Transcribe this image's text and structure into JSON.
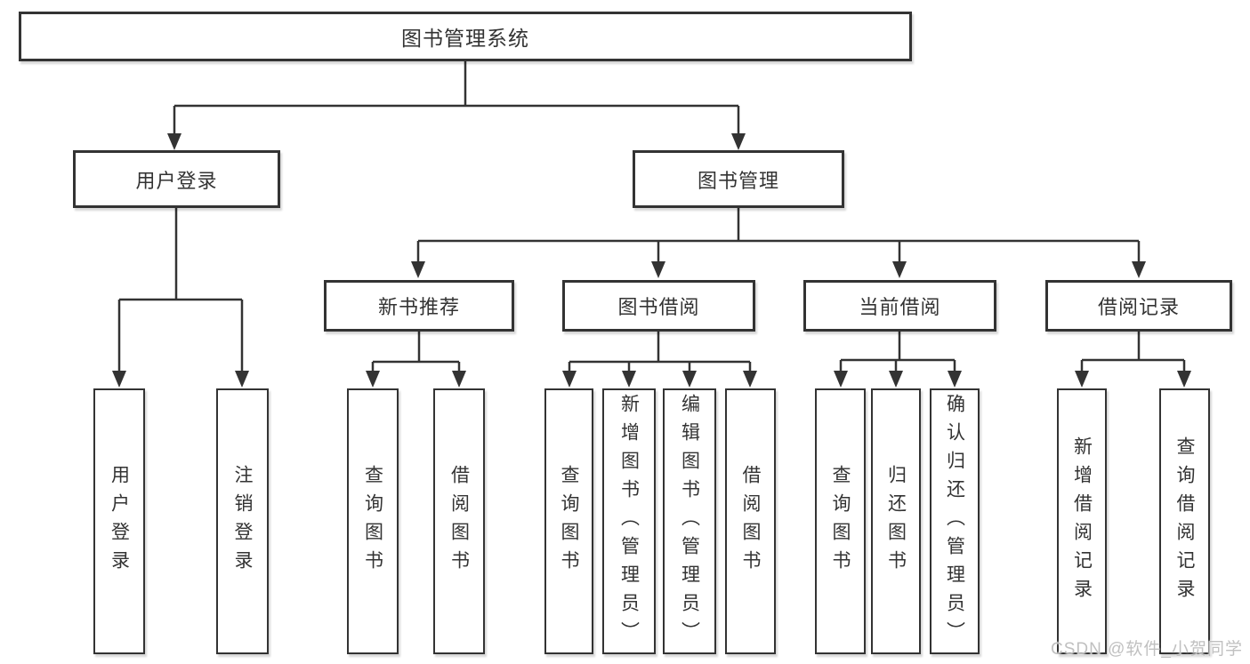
{
  "tree": {
    "root": "图书管理系统",
    "children": [
      {
        "label": "用户登录",
        "children": [
          "用户登录",
          "注销登录"
        ]
      },
      {
        "label": "图书管理",
        "children": [
          {
            "label": "新书推荐",
            "children": [
              "查询图书",
              "借阅图书"
            ]
          },
          {
            "label": "图书借阅",
            "children": [
              "查询图书",
              "新增图书（管理员）",
              "编辑图书（管理员）",
              "借阅图书"
            ]
          },
          {
            "label": "当前借阅",
            "children": [
              "查询图书",
              "归还图书",
              "确认归还（管理员）"
            ]
          },
          {
            "label": "借阅记录",
            "children": [
              "新增借阅记录",
              "查询借阅记录"
            ]
          }
        ]
      }
    ]
  },
  "watermark": {
    "text": "CSDN @软件_小贺同学",
    "color": "#c0c0c0"
  },
  "colors": {
    "line": "#333333",
    "box_border": "#333333",
    "text": "#333333",
    "background": "#ffffff"
  }
}
